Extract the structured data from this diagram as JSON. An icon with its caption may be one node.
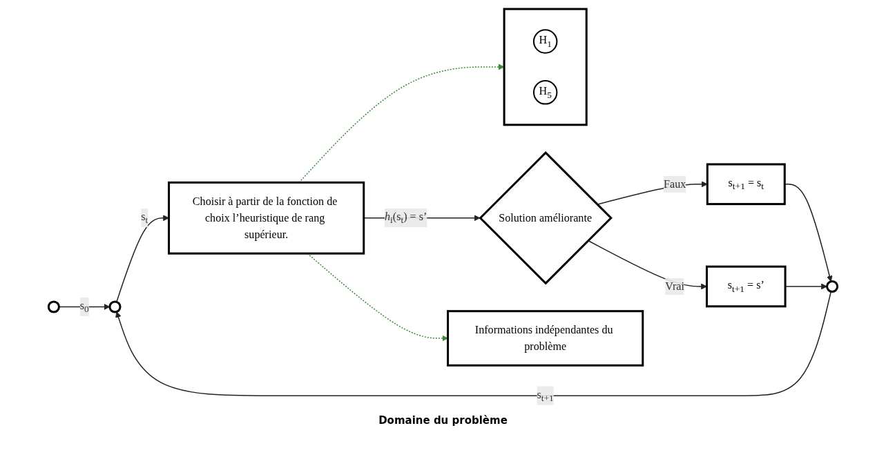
{
  "diagram": {
    "nodes": [
      {
        "text": [],
        "shape": "circle"
      },
      {
        "text": [],
        "shape": "circle"
      },
      {
        "text": [
          "Choisir à partir de la fonction de choix l’heuristique de rang supérieur."
        ]
      },
      {
        "text": [
          "Solution améliorante"
        ]
      },
      {
        "text": [
          "s$_{t+1}$ = s$_{t}$"
        ]
      },
      {
        "text": [
          "s$_{t+1}$ = s’"
        ]
      },
      {
        "text": [],
        "shape": "circle"
      },
      {
        "text": [
          "Informations indépendantes du problème"
        ]
      },
      {
        "text": [],
        "shape": "box"
      },
      {
        "text": [
          "H$_{1}$"
        ],
        "in": 8
      },
      {
        "text": [
          "H$_{5}$"
        ],
        "in": 8
      }
    ],
    "edges": [
      {
        "from": 0,
        "to": 1,
        "arrow": "to",
        "label": "s$_{0}$"
      },
      {
        "from": 1,
        "to": 2,
        "arrow": "to",
        "label": "s$_{t}$"
      },
      {
        "from": 2,
        "to": 3,
        "arrow": "to",
        "label": "*h*$_{i}$(s$_{t}$) = s’"
      },
      {
        "from": 3,
        "to": 4,
        "arrow": "to",
        "label": "Faux"
      },
      {
        "from": 3,
        "to": 5,
        "arrow": "to",
        "label": "Vrai"
      },
      {
        "from": 4,
        "to": 6,
        "arrow": "to"
      },
      {
        "from": 5,
        "to": 6,
        "arrow": "to"
      },
      {
        "from": 6,
        "to": 1,
        "arrow": "to",
        "label": "s$_{t+1}$"
      },
      {
        "from": 2,
        "to": 7,
        "arrow": "to",
        "style": "dashed",
        "color": "#3a8a3a"
      },
      {
        "from": 2,
        "to": 8,
        "arrow": "to",
        "style": "dashed",
        "color": "#3a8a3a"
      }
    ],
    "labels": [
      "Domaine du problème"
    ]
  }
}
